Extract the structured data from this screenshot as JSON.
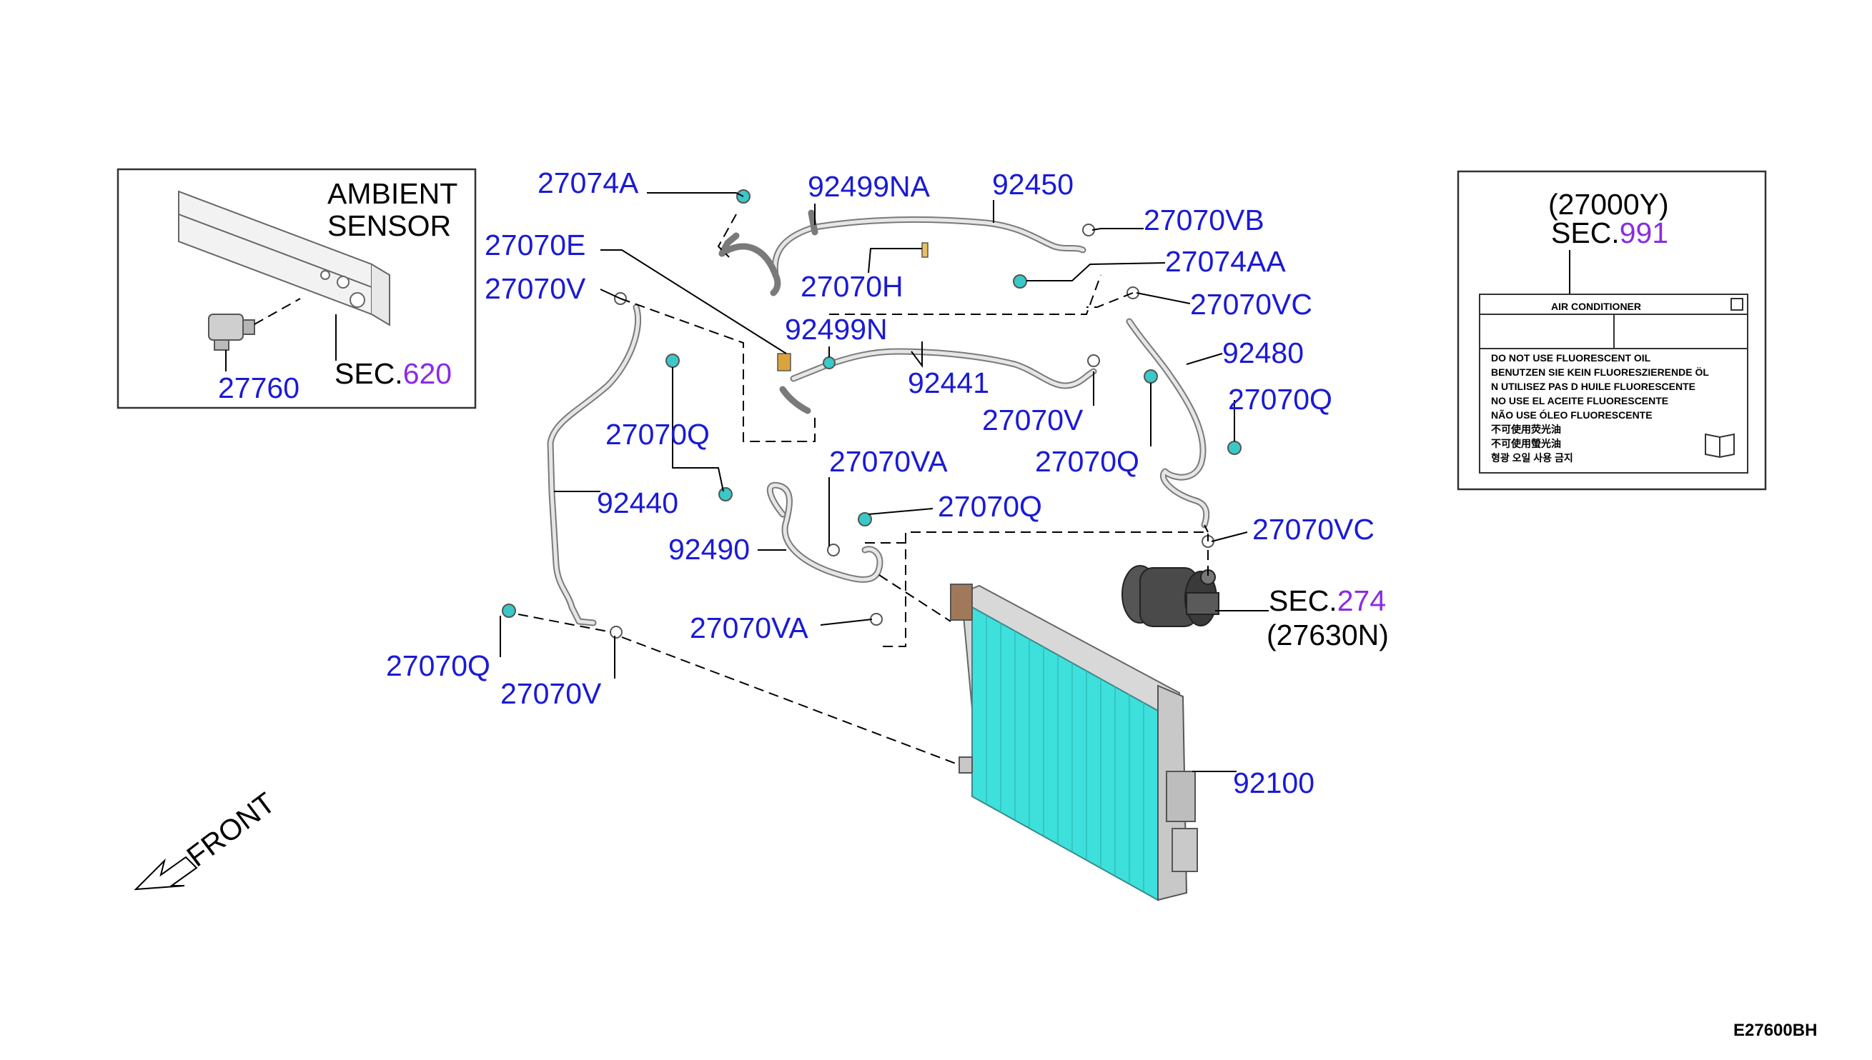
{
  "inset_ambient": {
    "title_line1": "AMBIENT",
    "title_line2": "SENSOR",
    "part": "27760",
    "sec_prefix": "SEC.",
    "sec_number": "620"
  },
  "inset_label": {
    "part": "(27000Y)",
    "sec_prefix": "SEC.",
    "sec_number": "991",
    "sticker_title": "AIR CONDITIONER",
    "sticker_lines": [
      "DO NOT USE FLUORESCENT OIL",
      "BENUTZEN SIE KEIN FLUORESZIERENDE ÖL",
      "N UTILISEZ PAS D HUILE FLUORESCENTE",
      "NO USE EL ACEITE FLUORESCENTE",
      "NÃO USE ÓLEO FLUORESCENTE",
      "不可使用荧光油",
      "不可使用螢光油",
      "형광 오일 사용 금지"
    ]
  },
  "compressor": {
    "sec_prefix": "SEC.",
    "sec_number": "274",
    "part": "(27630N)"
  },
  "callouts": [
    "27074A",
    "92499NA",
    "92450",
    "27070VB",
    "27074AA",
    "27070E",
    "27070H",
    "27070V",
    "27070VC",
    "92499N",
    "92480",
    "92441",
    "27070V",
    "27070Q",
    "27070Q",
    "27070Q",
    "27070VA",
    "27070Q",
    "92440",
    "92490",
    "27070VC",
    "27070VA",
    "27070Q",
    "27070V",
    "92100"
  ],
  "front_label": "FRONT",
  "figure_id": "E27600BH",
  "colors": {
    "part_number": "#1a1ad6",
    "section_number": "#8a2be2",
    "condenser": "#3ee0dc",
    "fitting": "#3ac8c8"
  }
}
